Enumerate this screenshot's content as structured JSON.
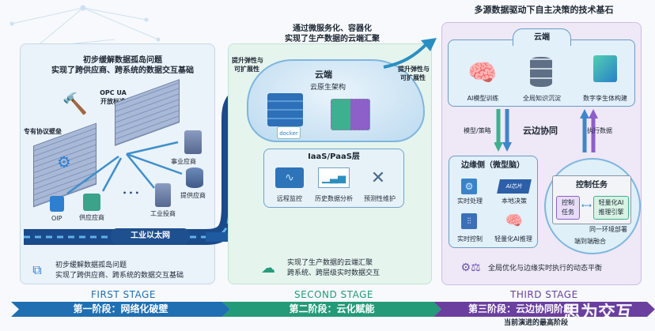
{
  "stage1": {
    "top_text": [
      "初步缓解数据孤岛问题",
      "实现了跨供应商、跨系统的数据交互基础"
    ],
    "opc": [
      "OPC UA",
      "开放标准"
    ],
    "barrier": "专有协议壁垒",
    "nodes": [
      "事业应商",
      "提供应商",
      "工业投商",
      "供应应商",
      "OIP"
    ],
    "ellipsis": "• • •",
    "ethernet": "工业以太网",
    "bottom_text": [
      "初步缓解数据孤岛问题",
      "实现了跨供应商、跨系统的数据交互基础"
    ],
    "stage_en": "FIRST STAGE",
    "stage_cn": "第一阶段：网络化破壁",
    "color": "#1f6fb2"
  },
  "stage2": {
    "top_text": [
      "通过微服务化、容器化",
      "实现了生产数据的云端汇聚"
    ],
    "left_note": [
      "提升弹性与",
      "可扩展性"
    ],
    "right_note": [
      "提升弹性与",
      "可扩展性"
    ],
    "cloud_title": "云端",
    "cloud_sub": "云原生架构",
    "docker": "docker",
    "layer_title": "IaaS/PaaS层",
    "layer_items": [
      "远程监控",
      "历史数据分析",
      "预测性维护"
    ],
    "bottom_text": [
      "实现了生产数据的云端汇聚",
      "跨系统、跨层级实时数据交互"
    ],
    "stage_en": "SECOND STAGE",
    "stage_cn": "第二阶段：云化赋能",
    "color": "#239a78"
  },
  "stage3": {
    "title": "多源数据驱动下自主决策的技术基石",
    "cloud_title": "云端",
    "cloud_items": [
      "AI模型训练",
      "全局知识沉淀",
      "数字孪生体构建"
    ],
    "down_label": "模型/策略",
    "sync_label": "云边协同",
    "up_label": "执行数据",
    "edge_title": "边缘侧（微型脑）",
    "chip_label": "AI芯片",
    "edge_items": [
      "实时处理",
      "本地决策",
      "实时控制",
      "轻量化AI推理"
    ],
    "zoom_title": "控制任务",
    "zoom_left": [
      "控制",
      "任务"
    ],
    "zoom_right": [
      "轻量化AI",
      "推理引擎"
    ],
    "zoom_note": "同一环境部署",
    "zoom_loop": "端到端融合",
    "bottom_text": "全局优化与边缘实时执行的动态平衡",
    "stage_en": "THIRD STAGE",
    "stage_cn": "第三阶段：云边协同阶段",
    "sub": "当前演进的最高阶段",
    "color": "#6a3f9e"
  },
  "watermark": "思为交互"
}
